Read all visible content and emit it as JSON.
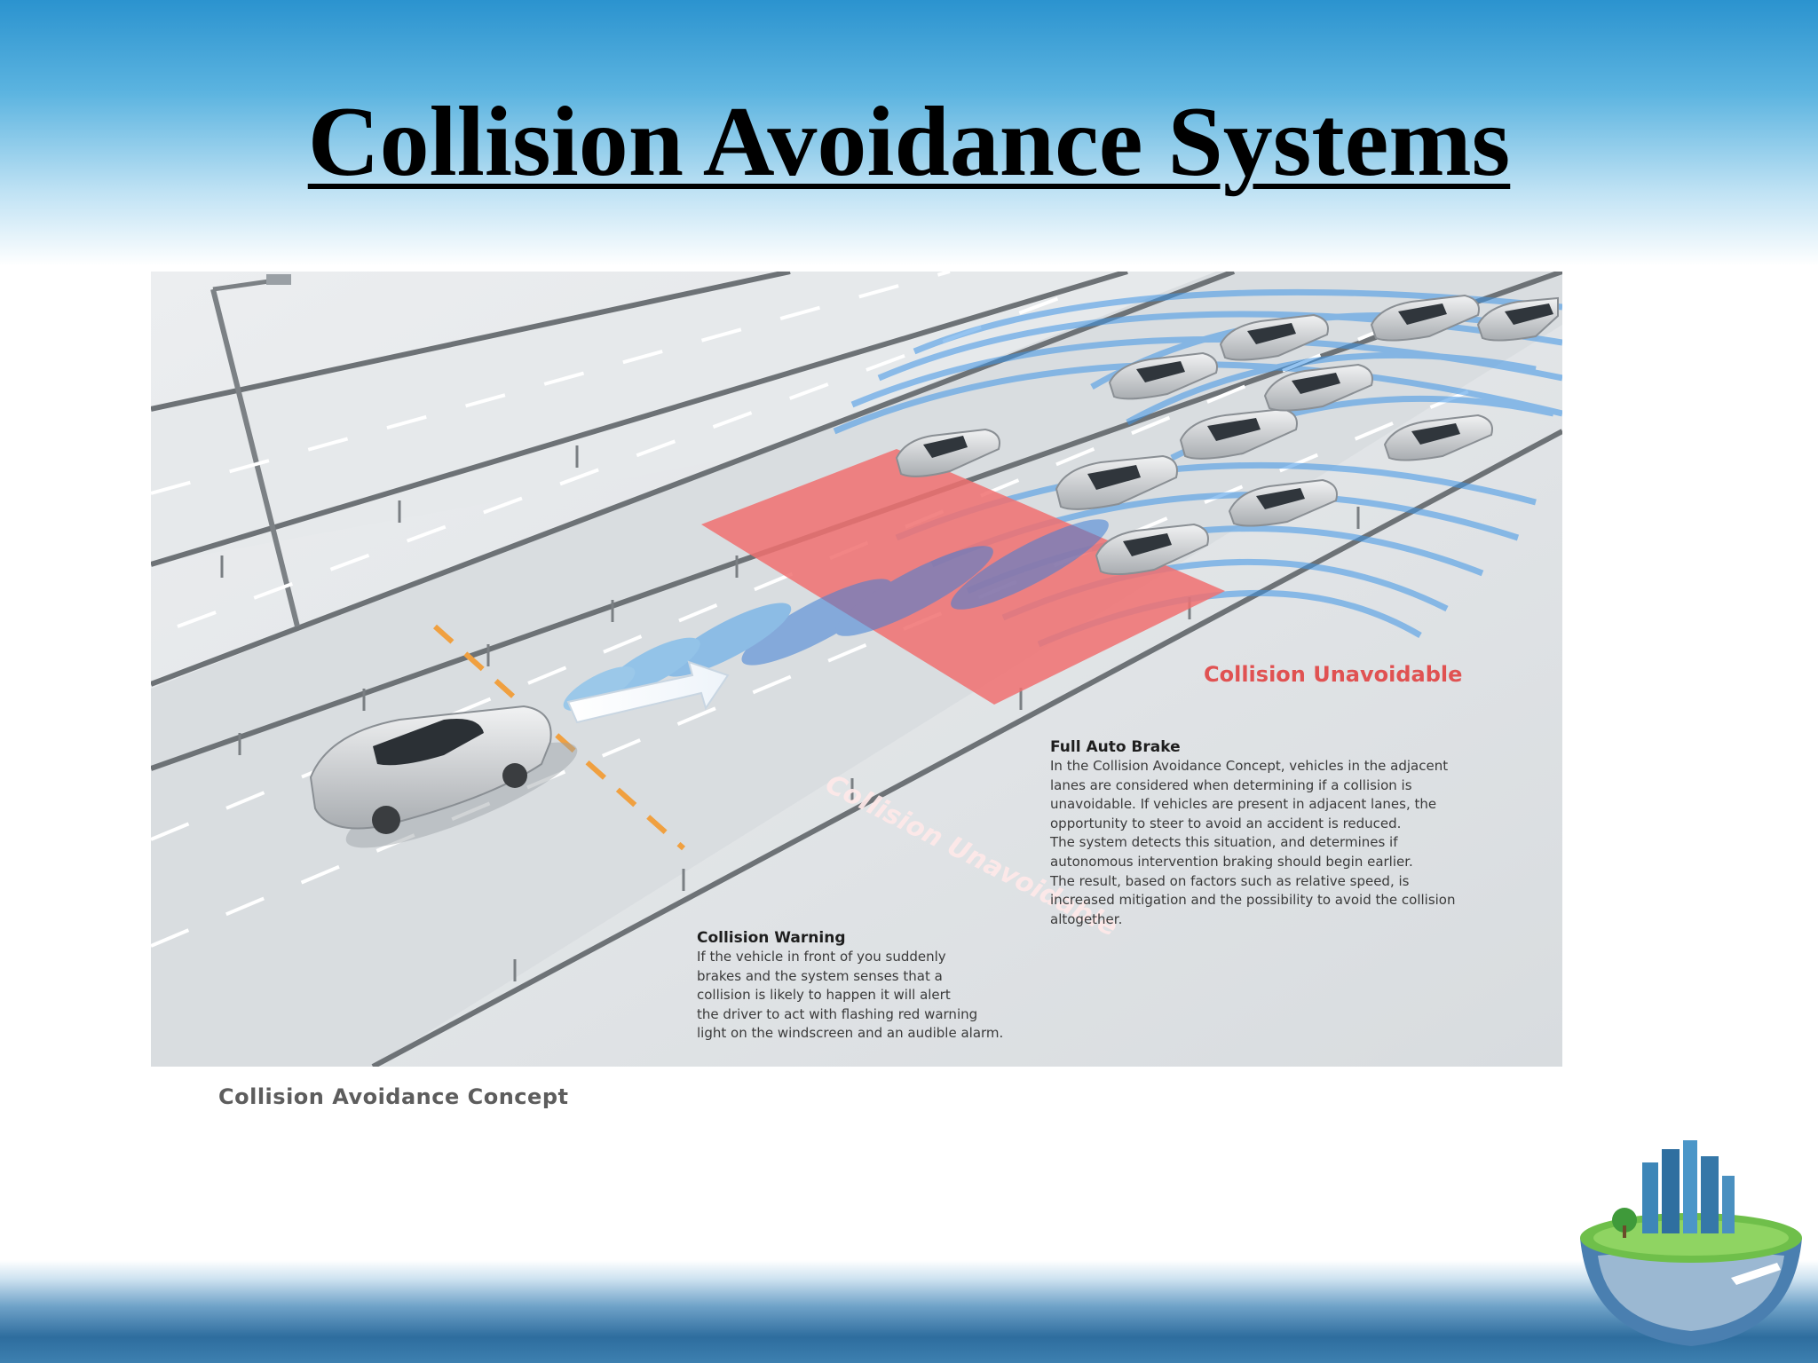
{
  "slide": {
    "title": "Collision Avoidance Systems"
  },
  "figure": {
    "zone_label": "Collision Unavoidable",
    "red_label": "Collision Unavoidable",
    "full_auto_brake": {
      "heading": "Full Auto Brake",
      "lines": [
        "In the Collision Avoidance Concept, vehicles in the adjacent",
        "lanes are considered when determining if a collision is",
        "unavoidable. If vehicles are present in adjacent lanes, the",
        "opportunity to steer to avoid an accident is reduced.",
        "The system detects this situation, and determines if",
        "autonomous intervention braking should begin earlier.",
        "The result, based on factors such as relative speed, is",
        "increased mitigation and the possibility to avoid the collision",
        "altogether."
      ]
    },
    "collision_warning": {
      "heading": "Collision Warning",
      "lines": [
        "If the vehicle in front of you suddenly",
        "brakes and the system senses that a",
        "collision is likely to happen it will alert",
        "the driver to act with flashing red warning",
        "light on the windscreen and an audible alarm."
      ]
    },
    "caption": "Collision Avoidance Concept"
  },
  "colors": {
    "zone_red": "#f07070",
    "label_red": "#e05252",
    "radar_blue": "#3f95e6",
    "road": "#dde1e4",
    "header_blue": "#2b93cf"
  },
  "icons": {
    "globe": "city-globe-icon"
  }
}
